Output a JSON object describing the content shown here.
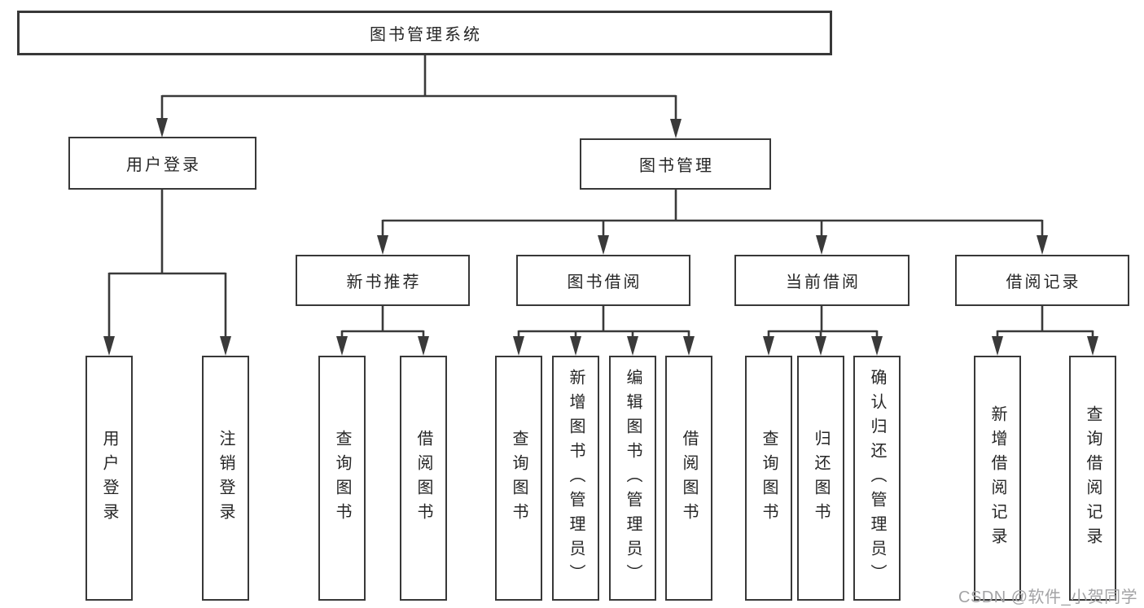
{
  "tree": {
    "root": {
      "label": "图书管理系统",
      "children": [
        {
          "label": "用户登录",
          "children": [
            {
              "label": "用户登录"
            },
            {
              "label": "注销登录"
            }
          ]
        },
        {
          "label": "图书管理",
          "children": [
            {
              "label": "新书推荐",
              "children": [
                {
                  "label": "查询图书"
                },
                {
                  "label": "借阅图书"
                }
              ]
            },
            {
              "label": "图书借阅",
              "children": [
                {
                  "label": "查询图书"
                },
                {
                  "label": "新增图书（管理员）"
                },
                {
                  "label": "编辑图书（管理员）"
                },
                {
                  "label": "借阅图书"
                }
              ]
            },
            {
              "label": "当前借阅",
              "children": [
                {
                  "label": "查询图书"
                },
                {
                  "label": "归还图书"
                },
                {
                  "label": "确认归还（管理员）"
                }
              ]
            },
            {
              "label": "借阅记录",
              "children": [
                {
                  "label": "新增借阅记录"
                },
                {
                  "label": "查询借阅记录"
                }
              ]
            }
          ]
        }
      ]
    }
  },
  "watermark": {
    "text": "CSDN @软件_小贺同学"
  },
  "colors": {
    "line": "#3a3a3a",
    "box_border": "#383838",
    "text": "#262626",
    "watermark": "#a3a3a5",
    "background": "#ffffff"
  }
}
